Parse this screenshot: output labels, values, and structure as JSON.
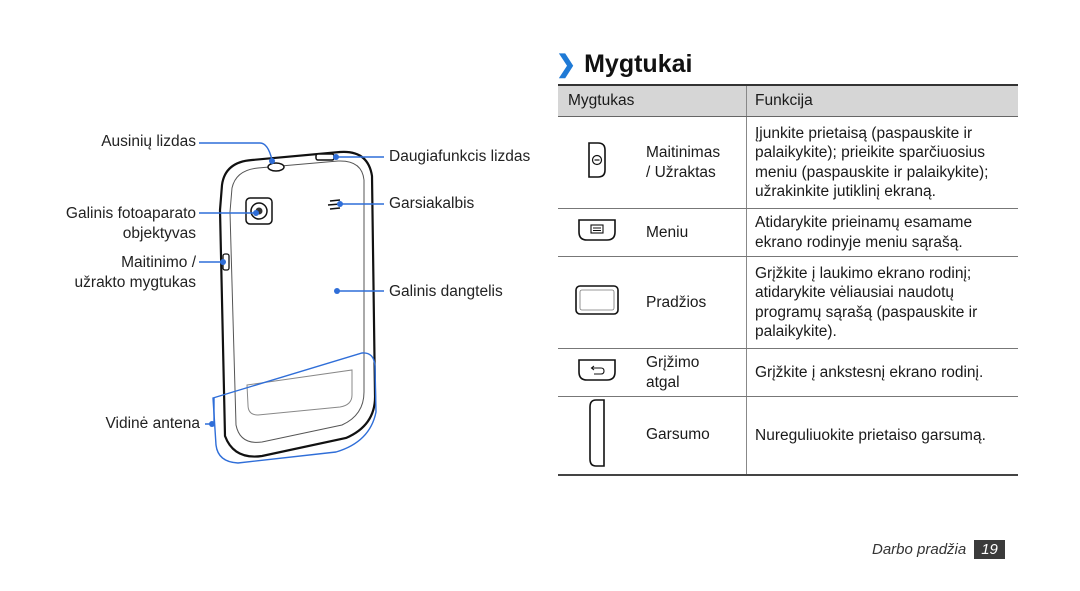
{
  "diagram": {
    "labels": {
      "headset_jack": "Ausinių lizdas",
      "multifunction_jack": "Daugiafunkcis lizdas",
      "rear_camera_line1": "Galinis fotoaparato",
      "rear_camera_line2": "objektyvas",
      "speaker": "Garsiakalbis",
      "power_line1": "Maitinimo /",
      "power_line2": "užrakto mygtukas",
      "back_cover": "Galinis dangtelis",
      "antenna": "Vidinė antena"
    }
  },
  "section": {
    "title": "Mygtukai",
    "accent_color": "#1f7ad6"
  },
  "table": {
    "headers": {
      "key": "Mygtukas",
      "function": "Funkcija"
    },
    "rows": [
      {
        "icon": "power-key-icon",
        "name_lines": [
          "Maitinimas",
          "/ Užraktas"
        ],
        "func_lines": [
          "Įjunkite prietaisą (paspauskite ir",
          "palaikykite); prieikite sparčiuosius",
          "meniu (paspauskite ir palaikykite);",
          "užrakinkite jutiklinį ekraną."
        ]
      },
      {
        "icon": "menu-key-icon",
        "name_lines": [
          "Meniu"
        ],
        "func_lines": [
          "Atidarykite prieinamų esamame",
          "ekrano rodinyje meniu sąrašą."
        ]
      },
      {
        "icon": "home-key-icon",
        "name_lines": [
          "Pradžios"
        ],
        "func_lines": [
          "Grįžkite į laukimo ekrano rodinį;",
          "atidarykite vėliausiai naudotų",
          "programų sąrašą (paspauskite ir",
          "palaikykite)."
        ]
      },
      {
        "icon": "back-key-icon",
        "name_lines": [
          "Grįžimo",
          "atgal"
        ],
        "func_lines": [
          "Grįžkite į ankstesnį ekrano rodinį."
        ]
      },
      {
        "icon": "volume-key-icon",
        "name_lines": [
          "Garsumo"
        ],
        "func_lines": [
          "Nureguliuokite prietaiso garsumą."
        ]
      }
    ]
  },
  "footer": {
    "section": "Darbo pradžia",
    "page": "19"
  }
}
